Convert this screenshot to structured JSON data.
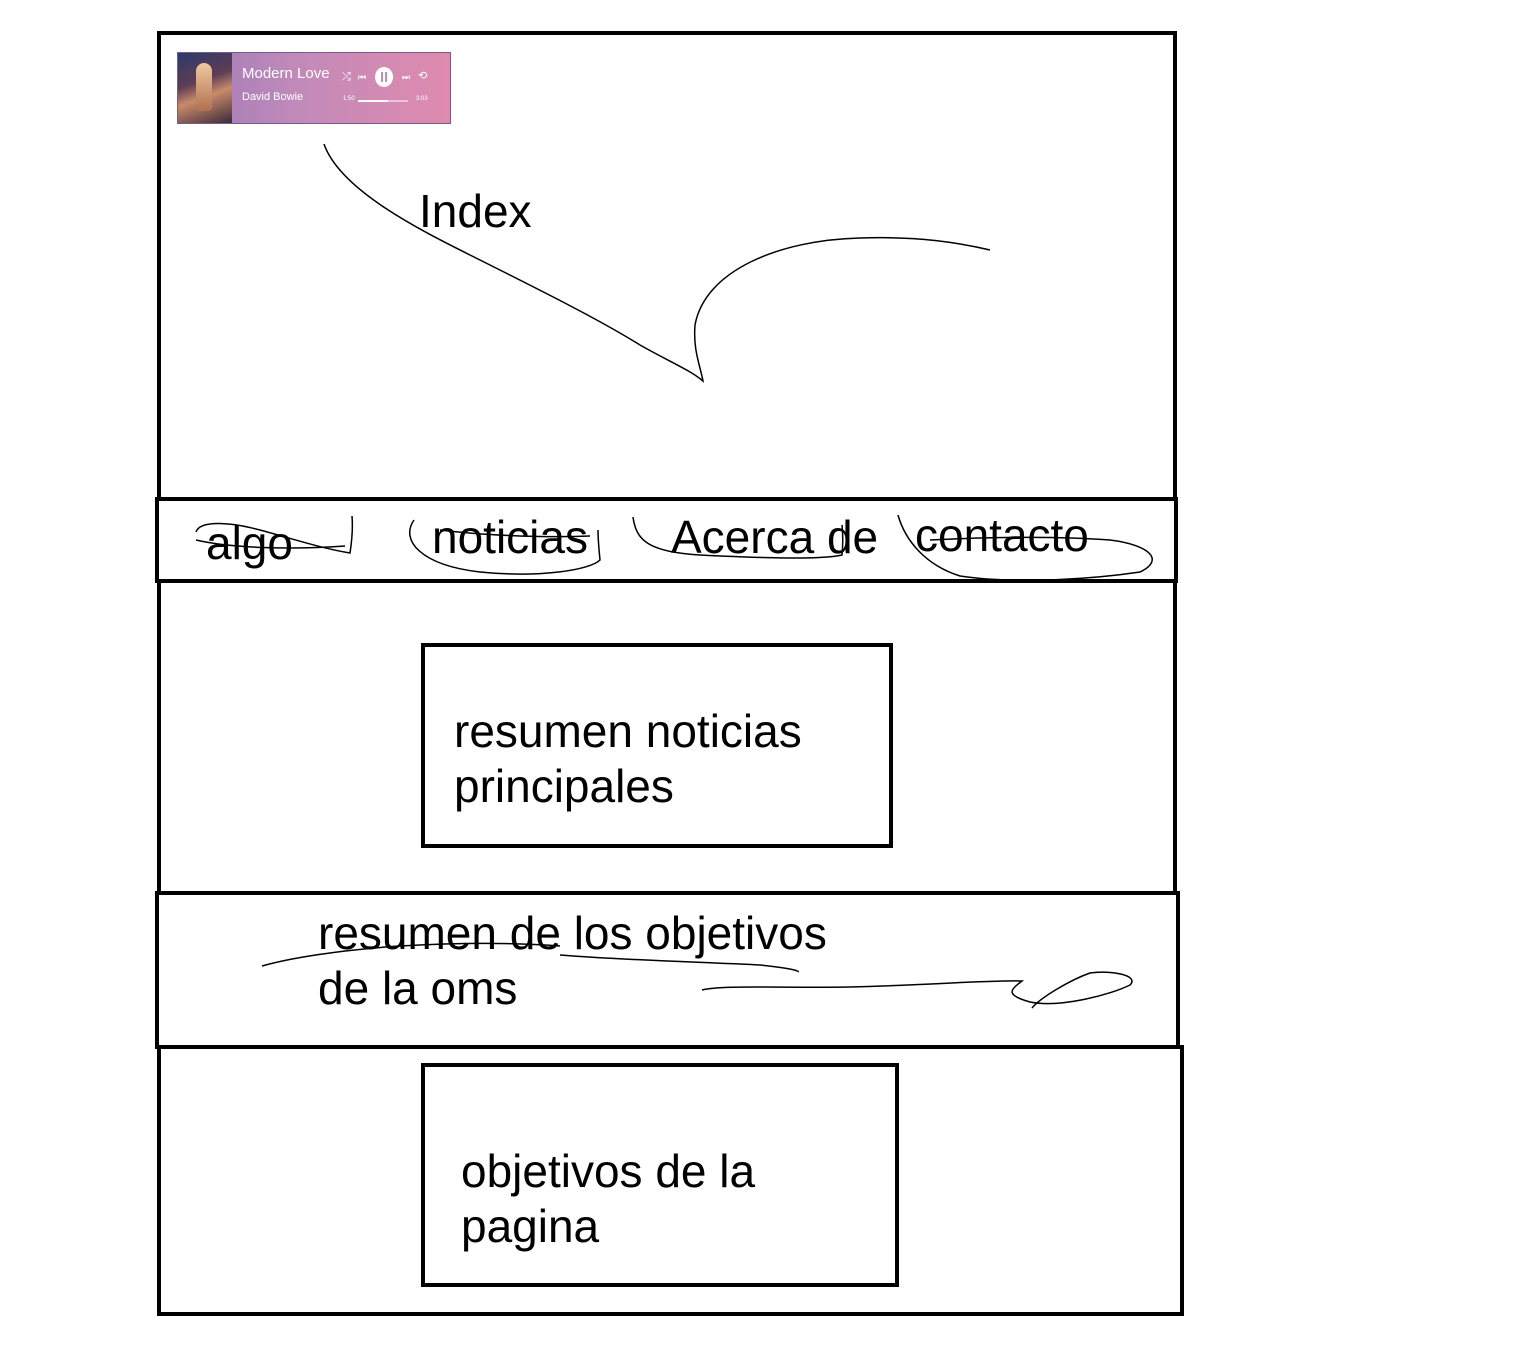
{
  "player": {
    "title": "Modern Love",
    "artist": "David Bowie",
    "time_elapsed": "1:50",
    "time_total": "3:03",
    "progress": 0.6,
    "icons": {
      "shuffle": "⤮",
      "prev": "⏮",
      "next": "⏭",
      "repeat": "⟲"
    }
  },
  "header": {
    "title": "Index"
  },
  "nav": {
    "items": [
      {
        "label": "algo"
      },
      {
        "label": "noticias"
      },
      {
        "label": "Acerca de"
      },
      {
        "label": "contacto"
      }
    ]
  },
  "news": {
    "summary": "resumen noticias principales"
  },
  "oms": {
    "summary": "resumen de los objetivos de la oms"
  },
  "objectives": {
    "text": "objetivos de la pagina"
  }
}
